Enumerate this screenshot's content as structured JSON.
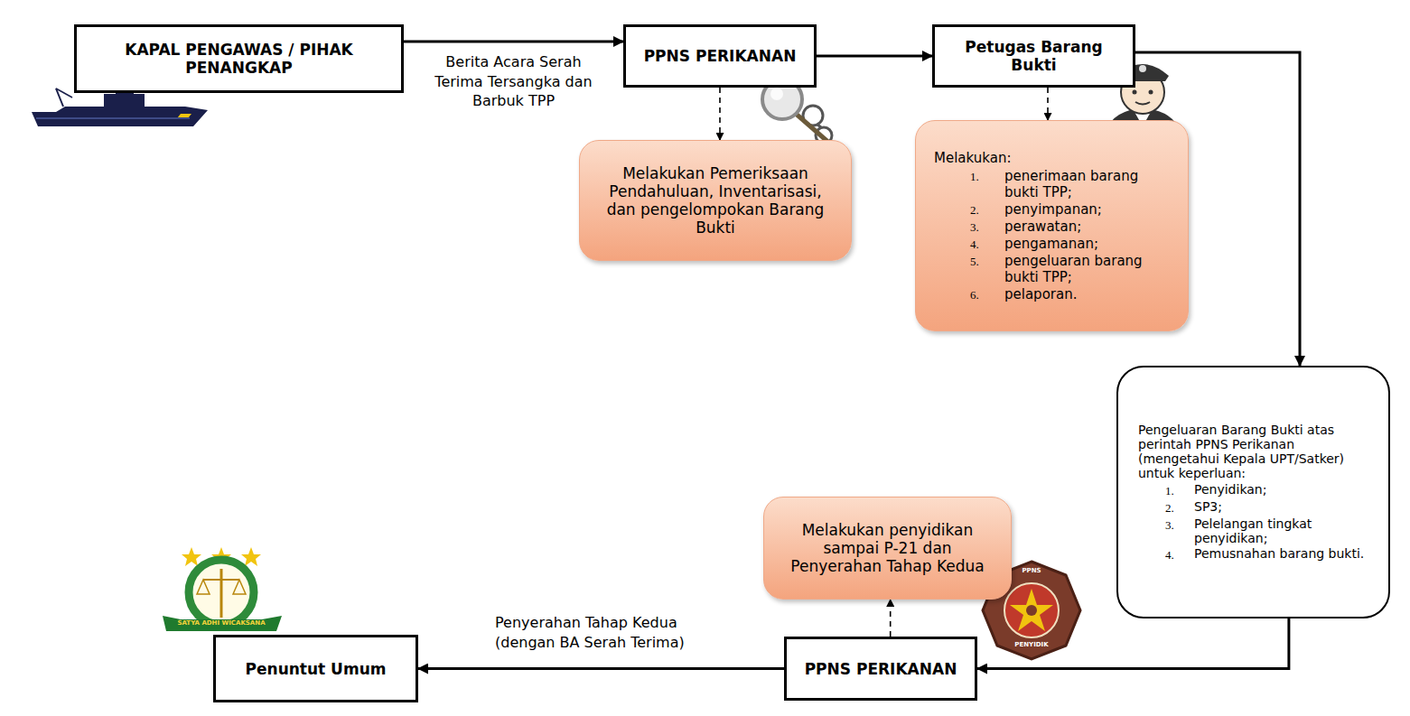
{
  "diagram": {
    "nodes": [
      {
        "text": [
          "KAPAL PENGAWAS / PIHAK PENANGKAP"
        ]
      },
      {
        "text": [
          "PPNS PERIKANAN"
        ]
      },
      {
        "text": [
          "Petugas Barang Bukti"
        ]
      },
      {
        "text": [
          "Melakukan Pemeriksaan Pendahuluan, Inventarisasi, dan pengelompokan Barang Bukti"
        ]
      },
      {
        "text": [
          "Melakukan:",
          "1.",
          "penerimaan barang bukti TPP;",
          "2.",
          "penyimpanan;",
          "3.",
          "perawatan;",
          "4.",
          "pengamanan;",
          "5.",
          "pengeluaran barang bukti TPP;",
          "6.",
          "pelaporan."
        ]
      },
      {
        "text": [
          "Pengeluaran Barang Bukti atas perintah PPNS Perikanan (mengetahui Kepala UPT/Satker) untuk keperluan:",
          "1.",
          "Penyidikan;",
          "2.",
          "SP3;",
          "3.",
          "Pelelangan tingkat penyidikan;",
          "4.",
          "Pemusnahan barang bukti."
        ]
      },
      {
        "text": [
          "Melakukan penyidikan sampai P-21 dan Penyerahan Tahap Kedua"
        ]
      },
      {
        "text": [
          "PPNS PERIKANAN"
        ]
      },
      {
        "text": [
          "Penuntut Umum"
        ]
      }
    ],
    "edges": [
      {
        "from": 0,
        "to": 1,
        "arrow": "to",
        "label": "Berita Acara Serah Terima Tersangka dan Barbuk TPP"
      },
      {
        "from": 1,
        "to": 2,
        "arrow": "to"
      },
      {
        "from": 1,
        "to": 3,
        "arrow": "to"
      },
      {
        "from": 2,
        "to": 4,
        "arrow": "to"
      },
      {
        "from": 2,
        "to": 5,
        "arrow": "to"
      },
      {
        "from": 5,
        "to": 7,
        "arrow": "to"
      },
      {
        "from": 7,
        "to": 6,
        "arrow": "to"
      },
      {
        "from": 7,
        "to": 8,
        "arrow": "to",
        "label": "Penyerahan Tahap Kedua (dengan BA Serah Terima)"
      }
    ],
    "labels": [
      "SATYA ADHI WICAKSANA",
      "PPNS",
      "PENYIDIK"
    ]
  }
}
